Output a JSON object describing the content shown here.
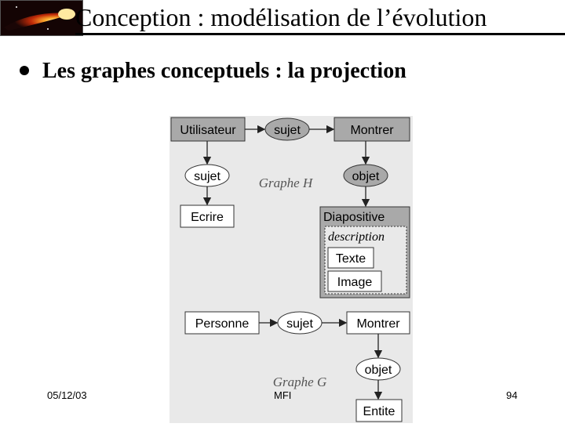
{
  "slide": {
    "title": "Conception : modélisation de l’évolution",
    "bullet": "Les graphes conceptuels : la projection"
  },
  "diagram": {
    "graph_h": {
      "label": "Graphe H",
      "utilisateur": "Utilisateur",
      "sujet_top": "sujet",
      "montrer": "Montrer",
      "sujet_left": "sujet",
      "objet": "objet",
      "ecrire": "Ecrire",
      "diapositive": "Diapositive",
      "description": "description",
      "texte": "Texte",
      "image": "Image"
    },
    "graph_g": {
      "label": "Graphe G",
      "personne": "Personne",
      "sujet": "sujet",
      "montrer": "Montrer",
      "objet": "objet",
      "entite": "Entite"
    }
  },
  "footer": {
    "date": "05/12/03",
    "center": "MFI",
    "page": "94"
  }
}
